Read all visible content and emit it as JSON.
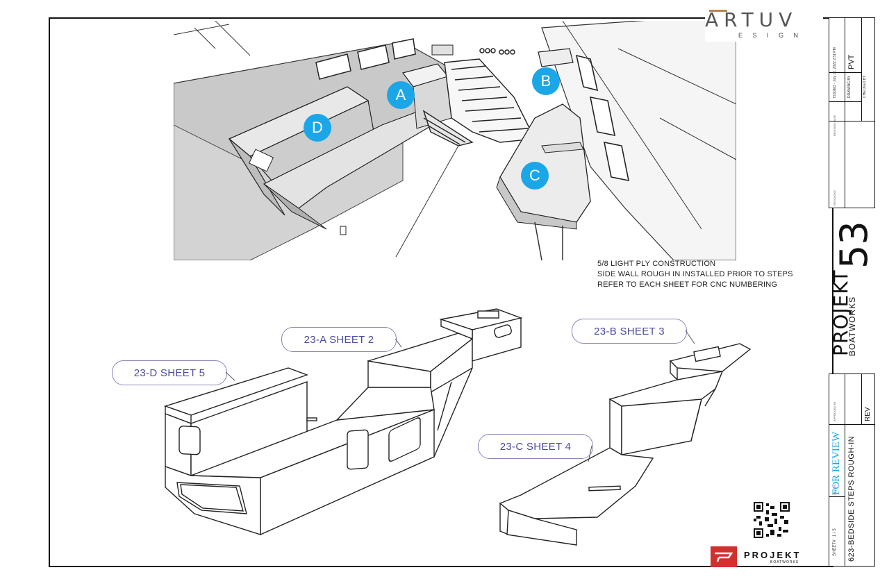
{
  "logo": {
    "brand": "ARTUV",
    "sub": "E S I G N"
  },
  "notes": [
    "5/8 LIGHT PLY CONSTRUCTION",
    "SIDE WALL ROUGH IN INSTALLED PRIOR TO STEPS",
    "REFER TO EACH SHEET FOR CNC NUMBERING"
  ],
  "bubbles": [
    "A",
    "B",
    "C",
    "D"
  ],
  "callouts": {
    "a": "23-A SHEET 2",
    "b": "23-B SHEET 3",
    "c": "23-C SHEET 4",
    "d": "23-D SHEET 5"
  },
  "title_block": {
    "issued": "ISSUED - July 10, 2022 2:51 PM",
    "drawing_by_label": "DRAWING BY",
    "drawing_by": "PVT",
    "checked_by_label": "CHECKED BY",
    "revisions_label": "REVISIONS",
    "revision_date_label": "REVISION DATE",
    "project_title": "PROJEKT",
    "project_number": "53",
    "project_sub": "BOATWORKS",
    "approved_label": "APPROVED BY",
    "rev_label": "REV",
    "status": "FOR REVIEW",
    "status_label": "STATUS",
    "sheet_label": "SHEET#",
    "sheet": "1 / 5",
    "drawing_title": "623-BEDSIDE STEPS ROUGH-IN"
  },
  "footer_logo": {
    "brand": "PROJEKT",
    "sub": "BOATWORKS"
  },
  "colors": {
    "bubble": "#1ba6e8",
    "callout_text": "#4b4b9a",
    "status": "#1ba6e8",
    "logo_gold": "#b8864a",
    "logo_red": "#d32f2f"
  }
}
